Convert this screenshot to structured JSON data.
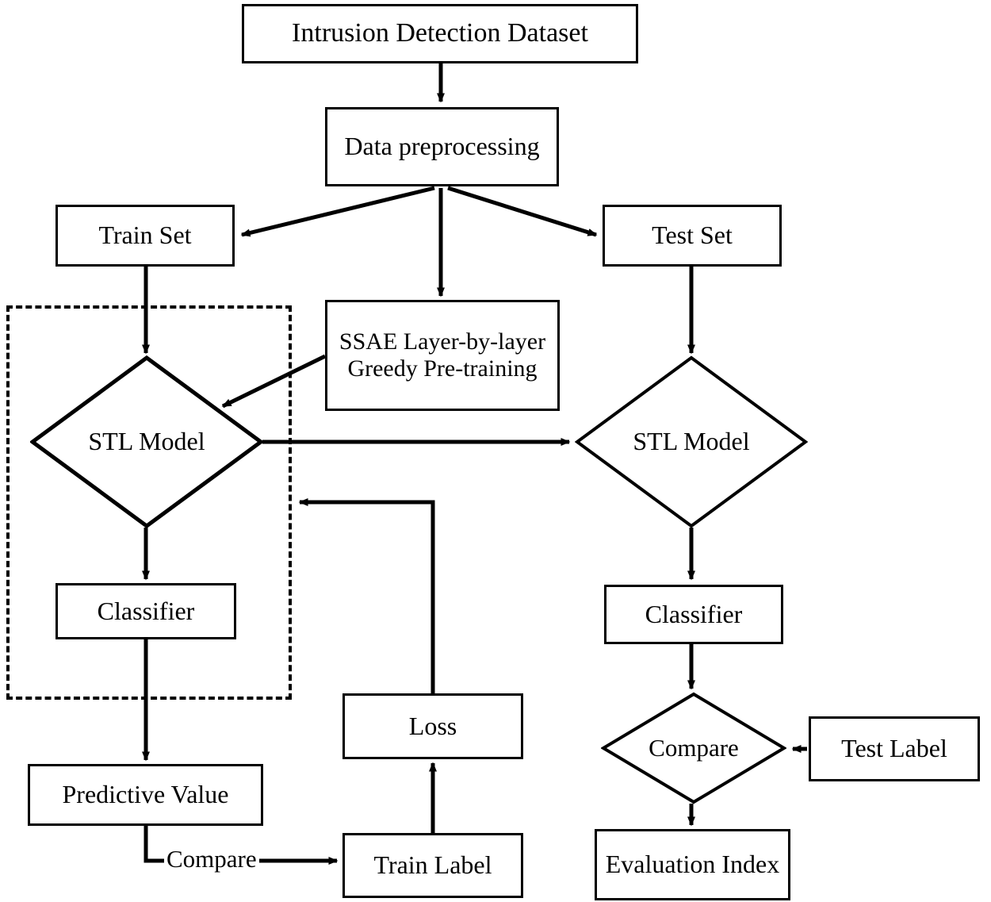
{
  "diagram": {
    "title_text": "Intrusion Detection Dataset",
    "type": "flowchart",
    "colors": {
      "stroke": "#000000",
      "fill": "#ffffff",
      "text": "#000000"
    },
    "nodes": {
      "dataset": {
        "label": "Intrusion Detection Dataset",
        "shape": "rectangle"
      },
      "preprocessing": {
        "label": "Data preprocessing",
        "shape": "rectangle"
      },
      "train_set": {
        "label": "Train Set",
        "shape": "rectangle"
      },
      "test_set": {
        "label": "Test Set",
        "shape": "rectangle"
      },
      "ssae": {
        "label": "SSAE Layer-by-layer Greedy Pre-training",
        "shape": "rectangle"
      },
      "stl_left": {
        "label": "STL Model",
        "shape": "diamond"
      },
      "stl_right": {
        "label": "STL Model",
        "shape": "diamond"
      },
      "classifier_left": {
        "label": "Classifier",
        "shape": "rectangle"
      },
      "classifier_right": {
        "label": "Classifier",
        "shape": "rectangle"
      },
      "predictive": {
        "label": "Predictive Value",
        "shape": "rectangle"
      },
      "loss": {
        "label": "Loss",
        "shape": "rectangle"
      },
      "train_label": {
        "label": "Train Label",
        "shape": "rectangle"
      },
      "compare": {
        "label": "Compare",
        "shape": "diamond"
      },
      "test_label": {
        "label": "Test Label",
        "shape": "rectangle"
      },
      "evaluation": {
        "label": "Evaluation Index",
        "shape": "rectangle"
      }
    },
    "edge_labels": {
      "compare_predictive_trainlabel": "Compare"
    },
    "groups": {
      "training_block": {
        "style": "dashed",
        "label": ""
      }
    }
  }
}
